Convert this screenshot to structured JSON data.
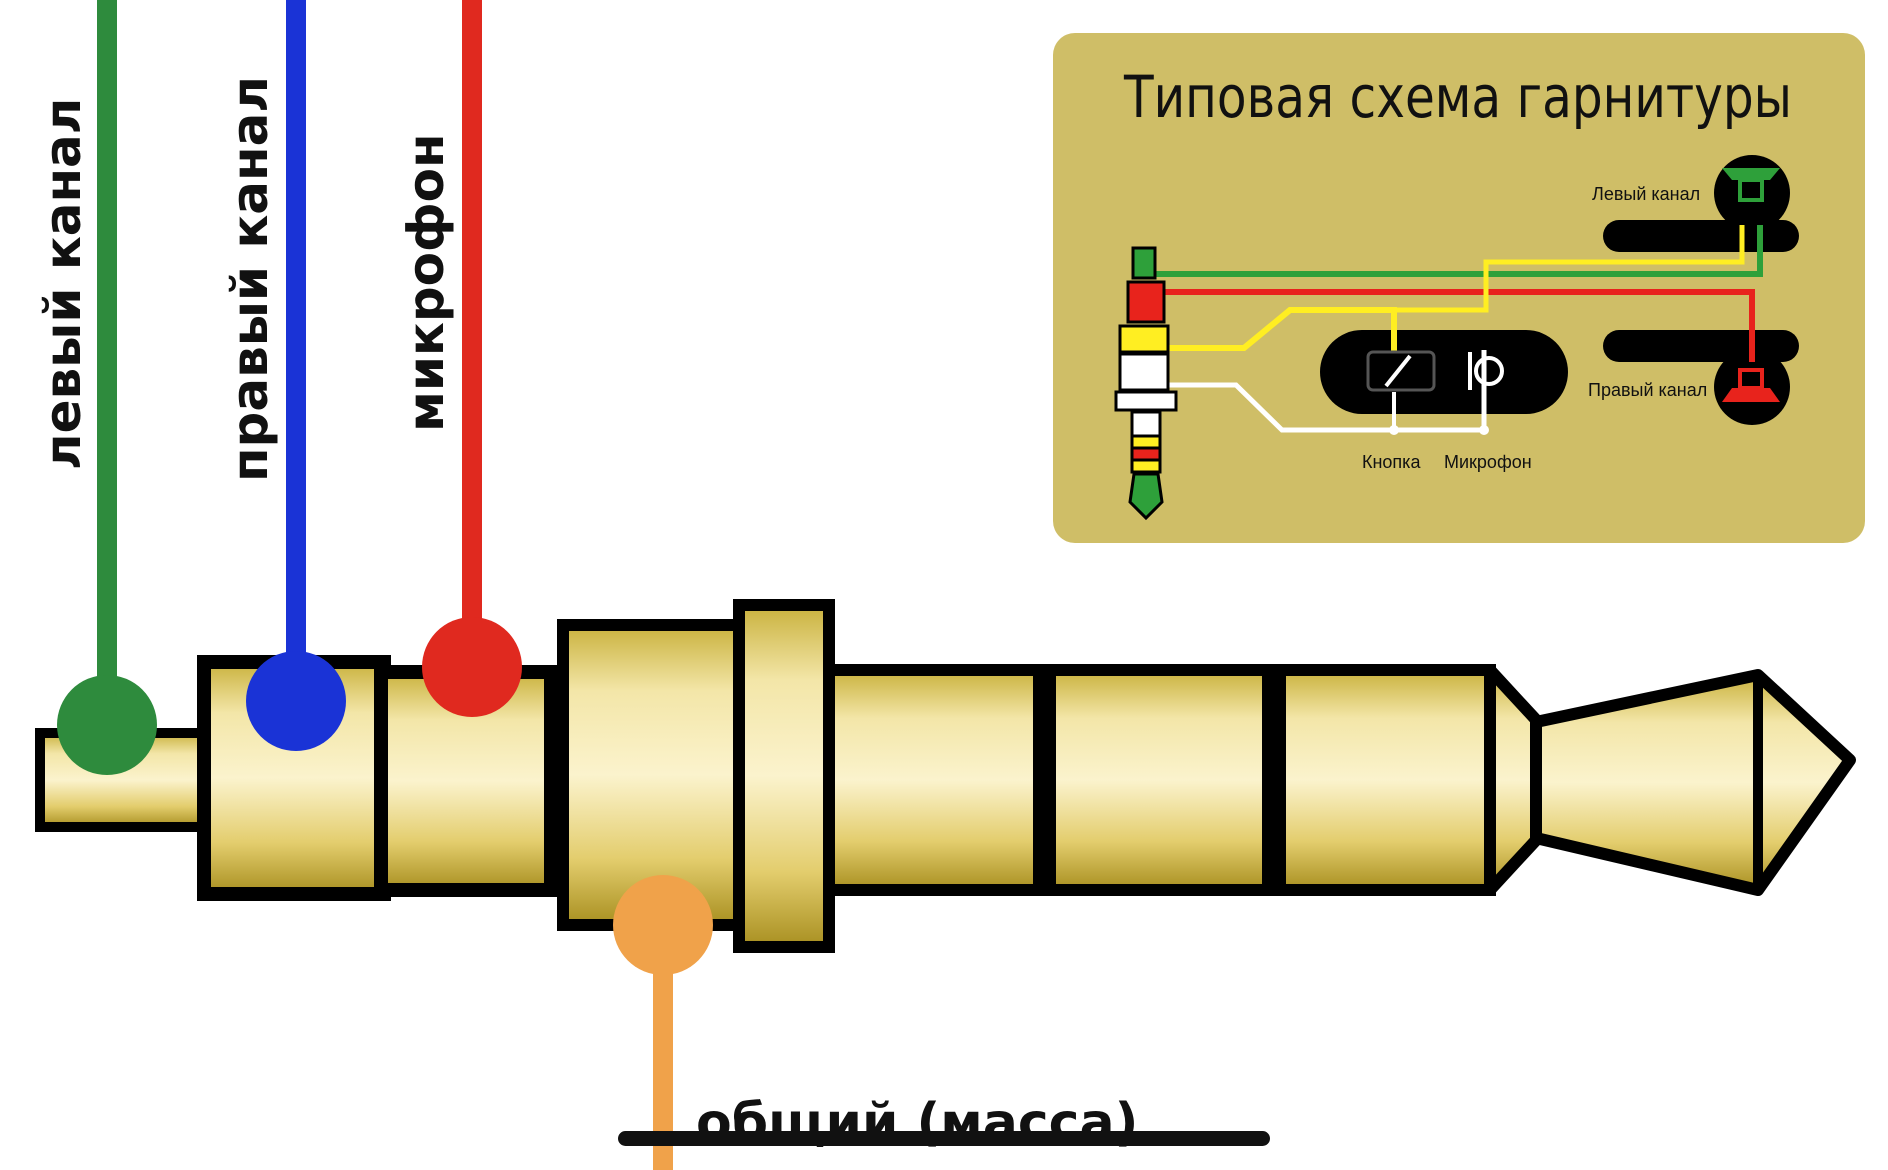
{
  "plug_labels": {
    "left_channel": "левый канал",
    "right_channel": "правый канал",
    "microphone": "микрофон",
    "ground": "общий (масса)"
  },
  "panel": {
    "title": "Типовая схема гарнитуры",
    "left_channel": "Левый канал",
    "right_channel": "Правый канал",
    "button": "Кнопка",
    "microphone": "Микрофон"
  },
  "colors": {
    "left_channel": "#2e8b3d",
    "right_channel": "#1a33d6",
    "microphone": "#e0291f",
    "ground": "#f0a24a",
    "panel_background": "#cfbe67",
    "plug_gold": "#e9d67a",
    "panel_wire_yellow": "#ffee22"
  }
}
